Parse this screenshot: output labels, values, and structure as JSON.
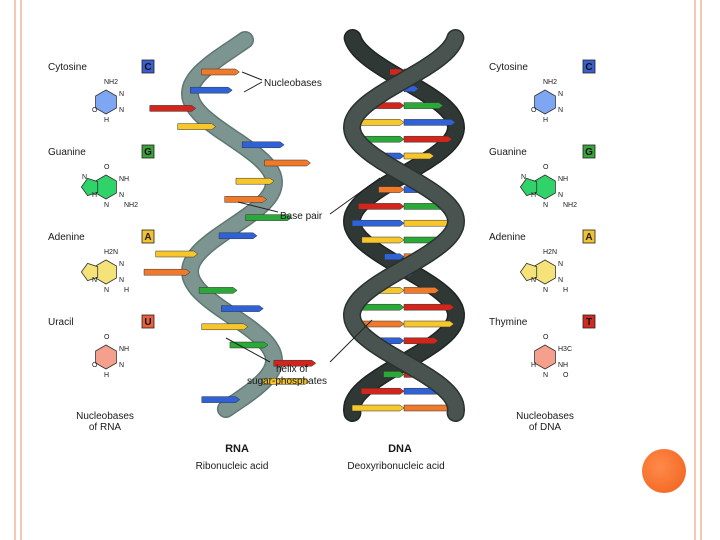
{
  "left_panel": {
    "bases": [
      {
        "name": "Cytosine",
        "letter": "C",
        "color": "#3a5fcd",
        "ring_color": "#7fa6f2",
        "atoms": [
          "NH2",
          "N",
          "N",
          "H",
          "O"
        ]
      },
      {
        "name": "Guanine",
        "letter": "G",
        "color": "#3aa23a",
        "ring_color": "#2fd36a",
        "atoms": [
          "O",
          "NH",
          "N",
          "N",
          "H",
          "NH2",
          "N"
        ]
      },
      {
        "name": "Adenine",
        "letter": "A",
        "color": "#f2c230",
        "ring_color": "#f5e37a",
        "atoms": [
          "H2N",
          "N",
          "N",
          "N",
          "N",
          "H"
        ]
      },
      {
        "name": "Uracil",
        "letter": "U",
        "color": "#e8603c",
        "ring_color": "#f5a08c",
        "atoms": [
          "O",
          "NH",
          "N",
          "H",
          "O"
        ]
      }
    ],
    "caption_line1": "Nucleobases",
    "caption_line2": "of RNA"
  },
  "right_panel": {
    "bases": [
      {
        "name": "Cytosine",
        "letter": "C",
        "color": "#3a5fcd",
        "ring_color": "#7fa6f2",
        "atoms": [
          "NH2",
          "N",
          "N",
          "H",
          "O"
        ]
      },
      {
        "name": "Guanine",
        "letter": "G",
        "color": "#3aa23a",
        "ring_color": "#2fd36a",
        "atoms": [
          "O",
          "NH",
          "N",
          "N",
          "H",
          "NH2",
          "N"
        ]
      },
      {
        "name": "Adenine",
        "letter": "A",
        "color": "#f2c230",
        "ring_color": "#f5e37a",
        "atoms": [
          "H2N",
          "N",
          "N",
          "N",
          "N",
          "H"
        ]
      },
      {
        "name": "Thymine",
        "letter": "T",
        "color": "#d22a1e",
        "ring_color": "#f5a08c",
        "atoms": [
          "O",
          "H3C",
          "NH",
          "N",
          "H",
          "O"
        ]
      }
    ],
    "caption_line1": "Nucleobases",
    "caption_line2": "of DNA"
  },
  "annotations": {
    "nucleobases": "Nucleobases",
    "base_pair": "Base pair",
    "helix_line1": "helix of",
    "helix_line2": "sugar-phosphates"
  },
  "rna": {
    "title": "RNA",
    "subtitle": "Ribonucleic acid",
    "backbone_color": "#7d9591",
    "backbone_dark": "#5f7673",
    "rungs": [
      "orange",
      "blue",
      "red",
      "yellow",
      "blue",
      "orange",
      "yellow",
      "orange",
      "green",
      "blue",
      "yellow",
      "orange",
      "green",
      "blue",
      "yellow",
      "green",
      "red",
      "yellow",
      "blue"
    ]
  },
  "dna": {
    "title": "DNA",
    "subtitle": "Deoxyribonucleic acid",
    "backbone_color": "#495450",
    "backbone_dark": "#303836",
    "rungs": [
      [
        "red",
        "orange"
      ],
      [
        "yellow",
        "blue"
      ],
      [
        "red",
        "green"
      ],
      [
        "yellow",
        "blue"
      ],
      [
        "green",
        "red"
      ],
      [
        "blue",
        "yellow"
      ],
      [
        "red",
        "yellow"
      ],
      [
        "orange",
        "blue"
      ],
      [
        "red",
        "green"
      ],
      [
        "blue",
        "yellow"
      ],
      [
        "yellow",
        "green"
      ],
      [
        "blue",
        "orange"
      ],
      [
        "red",
        "blue"
      ],
      [
        "yellow",
        "orange"
      ],
      [
        "green",
        "red"
      ],
      [
        "orange",
        "yellow"
      ],
      [
        "blue",
        "red"
      ],
      [
        "yellow",
        "green"
      ],
      [
        "green",
        "red"
      ],
      [
        "red",
        "blue"
      ],
      [
        "yellow",
        "orange"
      ]
    ]
  },
  "colors": {
    "red": "#d2261c",
    "orange": "#f07a2a",
    "yellow": "#f6c62a",
    "green": "#2aa838",
    "blue": "#2f62d8",
    "border": "#f3c9b6",
    "dot": "#f26a26"
  }
}
